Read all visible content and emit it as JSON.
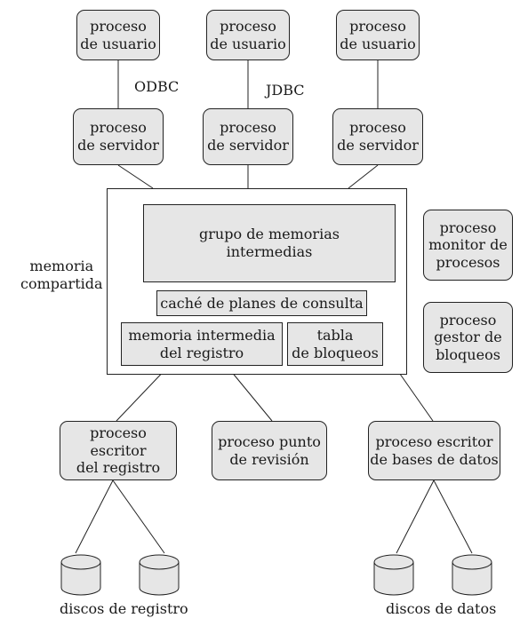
{
  "user_processes": [
    "proceso\nde usuario",
    "proceso\nde usuario",
    "proceso\nde usuario"
  ],
  "server_processes": [
    "proceso\nde servidor",
    "proceso\nde servidor",
    "proceso\nde servidor"
  ],
  "connection_labels": {
    "odbc": "ODBC",
    "jdbc": "JDBC"
  },
  "shared_memory": {
    "label": "memoria\ncompartida",
    "buffer_pool": "grupo de memorias\nintermedias",
    "plan_cache": "caché de planes de consulta",
    "log_buffer": "memoria intermedia\ndel registro",
    "lock_table": "tabla\nde bloqueos"
  },
  "side_processes": {
    "monitor": "proceso\nmonitor de\nprocesos",
    "lock_manager": "proceso\ngestor de\nbloqueos"
  },
  "writer_processes": {
    "log_writer": "proceso escritor\ndel registro",
    "checkpoint": "proceso punto\nde revisión",
    "db_writer": "proceso escritor\nde bases de datos"
  },
  "disk_labels": {
    "log": "discos de registro",
    "data": "discos de datos"
  }
}
